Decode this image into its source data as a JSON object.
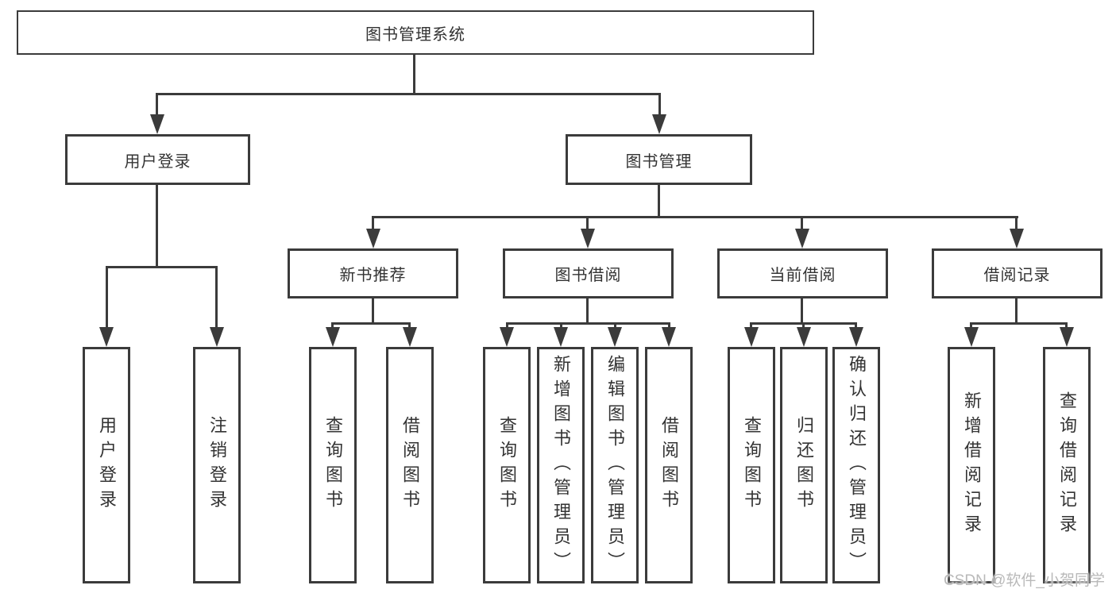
{
  "diagram": {
    "title": "图书管理系统",
    "colors": {
      "line": "#3b3b3b",
      "text": "#333333",
      "background": "#ffffff",
      "watermark_text": "#b9b9b9"
    },
    "tree": {
      "root": "图书管理系统",
      "branches": [
        {
          "label": "用户登录",
          "children": [
            "用户登录",
            "注销登录"
          ]
        },
        {
          "label": "图书管理",
          "groups": [
            {
              "label": "新书推荐",
              "children": [
                "查询图书",
                "借阅图书"
              ]
            },
            {
              "label": "图书借阅",
              "children": [
                "查询图书",
                "新增图书（管理员）",
                "编辑图书（管理员）",
                "借阅图书"
              ]
            },
            {
              "label": "当前借阅",
              "children": [
                "查询图书",
                "归还图书",
                "确认归还（管理员）"
              ]
            },
            {
              "label": "借阅记录",
              "children": [
                "新增借阅记录",
                "查询借阅记录"
              ]
            }
          ]
        }
      ]
    },
    "watermark": "CSDN @软件_小贺同学"
  }
}
